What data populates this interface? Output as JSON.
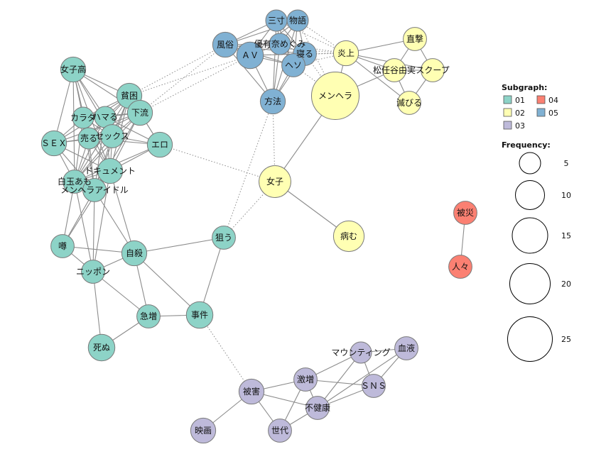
{
  "colors": {
    "01": "#8dd3c7",
    "02": "#ffffb3",
    "03": "#bebada",
    "04": "#fb8072",
    "05": "#80b1d3",
    "edge": "#8c8c8c",
    "node_stroke": "#7a7a7a"
  },
  "legend": {
    "subgraph_title": "Subgraph:",
    "subgraphs": [
      "01",
      "02",
      "03",
      "04",
      "05"
    ],
    "frequency_title": "Frequency:",
    "frequencies": [
      "5",
      "10",
      "15",
      "20",
      "25"
    ]
  },
  "nodes": [
    {
      "id": "joshiko",
      "label": "女子高",
      "group": "01",
      "freq": 5
    },
    {
      "id": "hinkon",
      "label": "貧困",
      "group": "01",
      "freq": 5
    },
    {
      "id": "karada",
      "label": "カラダ",
      "group": "01",
      "freq": 3
    },
    {
      "id": "hamaru",
      "label": "ハマる",
      "group": "01",
      "freq": 3
    },
    {
      "id": "geryu",
      "label": "下流",
      "group": "01",
      "freq": 5
    },
    {
      "id": "sex",
      "label": "ＳＥＸ",
      "group": "01",
      "freq": 5
    },
    {
      "id": "uru",
      "label": "売る",
      "group": "01",
      "freq": 3
    },
    {
      "id": "sekkusu",
      "label": "セックス",
      "group": "01",
      "freq": 4
    },
    {
      "id": "ero",
      "label": "エロ",
      "group": "01",
      "freq": 5
    },
    {
      "id": "document",
      "label": "ドキュメント",
      "group": "01",
      "freq": 5
    },
    {
      "id": "shiratama",
      "label": "白玉あも",
      "group": "01",
      "freq": 4
    },
    {
      "id": "menheraidol",
      "label": "メンヘラアイドル",
      "group": "01",
      "freq": 4
    },
    {
      "id": "uwasa",
      "label": "噂",
      "group": "01",
      "freq": 4
    },
    {
      "id": "jisatsu",
      "label": "自殺",
      "group": "01",
      "freq": 5
    },
    {
      "id": "nippon",
      "label": "ニッポン",
      "group": "01",
      "freq": 4
    },
    {
      "id": "kyuzo",
      "label": "急増",
      "group": "01",
      "freq": 4
    },
    {
      "id": "jiken",
      "label": "事件",
      "group": "01",
      "freq": 6
    },
    {
      "id": "shinu",
      "label": "死ぬ",
      "group": "01",
      "freq": 6
    },
    {
      "id": "nerau",
      "label": "狙う",
      "group": "01",
      "freq": 4
    },
    {
      "id": "menhera",
      "label": "メンヘラ",
      "group": "02",
      "freq": 28
    },
    {
      "id": "enjo",
      "label": "炎上",
      "group": "02",
      "freq": 5
    },
    {
      "id": "chokugeki",
      "label": "直撃",
      "group": "02",
      "freq": 4
    },
    {
      "id": "matsutani",
      "label": "松任谷由実",
      "group": "02",
      "freq": 4
    },
    {
      "id": "scoop",
      "label": "スクープ",
      "group": "02",
      "freq": 4
    },
    {
      "id": "horobiru",
      "label": "滅びる",
      "group": "02",
      "freq": 4
    },
    {
      "id": "joshi",
      "label": "女子",
      "group": "02",
      "freq": 10
    },
    {
      "id": "yamu",
      "label": "病む",
      "group": "02",
      "freq": 9
    },
    {
      "id": "sanzun",
      "label": "三寸",
      "group": "05",
      "freq": 3
    },
    {
      "id": "monogatari",
      "label": "物語",
      "group": "05",
      "freq": 3
    },
    {
      "id": "fuzoku",
      "label": "風俗",
      "group": "05",
      "freq": 5
    },
    {
      "id": "av",
      "label": "ＡＶ",
      "group": "05",
      "freq": 6
    },
    {
      "id": "yuka",
      "label": "優有奈めぐみ",
      "group": "05",
      "freq": 3
    },
    {
      "id": "neru",
      "label": "寝る",
      "group": "05",
      "freq": 4
    },
    {
      "id": "heso",
      "label": "ヘソ",
      "group": "05",
      "freq": 4
    },
    {
      "id": "hoho",
      "label": "方法",
      "group": "05",
      "freq": 5
    },
    {
      "id": "hisai",
      "label": "被災",
      "group": "04",
      "freq": 4
    },
    {
      "id": "hitobito",
      "label": "人々",
      "group": "04",
      "freq": 4
    },
    {
      "id": "mounting",
      "label": "マウンティング",
      "group": "03",
      "freq": 3
    },
    {
      "id": "ketsueki",
      "label": "血液",
      "group": "03",
      "freq": 4
    },
    {
      "id": "gekizo",
      "label": "激増",
      "group": "03",
      "freq": 4
    },
    {
      "id": "sns",
      "label": "ＳＮＳ",
      "group": "03",
      "freq": 4
    },
    {
      "id": "higai",
      "label": "被害",
      "group": "03",
      "freq": 5
    },
    {
      "id": "fukenko",
      "label": "不健康",
      "group": "03",
      "freq": 4
    },
    {
      "id": "eiga",
      "label": "映画",
      "group": "03",
      "freq": 5
    },
    {
      "id": "sedai",
      "label": "世代",
      "group": "03",
      "freq": 4
    }
  ],
  "edges": [
    [
      "joshiko",
      "hinkon",
      "solid"
    ],
    [
      "joshiko",
      "karada",
      "solid"
    ],
    [
      "joshiko",
      "hamaru",
      "solid"
    ],
    [
      "joshiko",
      "geryu",
      "solid"
    ],
    [
      "joshiko",
      "sex",
      "solid"
    ],
    [
      "joshiko",
      "uru",
      "solid"
    ],
    [
      "joshiko",
      "sekkusu",
      "solid"
    ],
    [
      "joshiko",
      "document",
      "solid"
    ],
    [
      "joshiko",
      "shiratama",
      "solid"
    ],
    [
      "hinkon",
      "karada",
      "solid"
    ],
    [
      "hinkon",
      "hamaru",
      "solid"
    ],
    [
      "hinkon",
      "geryu",
      "solid"
    ],
    [
      "hinkon",
      "sex",
      "solid"
    ],
    [
      "hinkon",
      "uru",
      "solid"
    ],
    [
      "hinkon",
      "sekkusu",
      "solid"
    ],
    [
      "hinkon",
      "ero",
      "solid"
    ],
    [
      "hinkon",
      "document",
      "solid"
    ],
    [
      "hinkon",
      "shiratama",
      "solid"
    ],
    [
      "hinkon",
      "menheraidol",
      "solid"
    ],
    [
      "karada",
      "hamaru",
      "solid"
    ],
    [
      "karada",
      "geryu",
      "solid"
    ],
    [
      "karada",
      "sex",
      "solid"
    ],
    [
      "karada",
      "uru",
      "solid"
    ],
    [
      "karada",
      "sekkusu",
      "solid"
    ],
    [
      "karada",
      "document",
      "solid"
    ],
    [
      "karada",
      "shiratama",
      "solid"
    ],
    [
      "karada",
      "menheraidol",
      "solid"
    ],
    [
      "hamaru",
      "geryu",
      "solid"
    ],
    [
      "hamaru",
      "uru",
      "solid"
    ],
    [
      "hamaru",
      "sekkusu",
      "solid"
    ],
    [
      "hamaru",
      "ero",
      "solid"
    ],
    [
      "hamaru",
      "document",
      "solid"
    ],
    [
      "hamaru",
      "shiratama",
      "solid"
    ],
    [
      "hamaru",
      "menheraidol",
      "solid"
    ],
    [
      "geryu",
      "sex",
      "solid"
    ],
    [
      "geryu",
      "uru",
      "solid"
    ],
    [
      "geryu",
      "sekkusu",
      "solid"
    ],
    [
      "geryu",
      "ero",
      "solid"
    ],
    [
      "geryu",
      "document",
      "solid"
    ],
    [
      "geryu",
      "shiratama",
      "solid"
    ],
    [
      "geryu",
      "menheraidol",
      "solid"
    ],
    [
      "sex",
      "uru",
      "solid"
    ],
    [
      "sex",
      "sekkusu",
      "solid"
    ],
    [
      "sex",
      "document",
      "solid"
    ],
    [
      "sex",
      "shiratama",
      "solid"
    ],
    [
      "sex",
      "menheraidol",
      "solid"
    ],
    [
      "uru",
      "sekkusu",
      "solid"
    ],
    [
      "uru",
      "ero",
      "solid"
    ],
    [
      "uru",
      "document",
      "solid"
    ],
    [
      "uru",
      "shiratama",
      "solid"
    ],
    [
      "uru",
      "menheraidol",
      "solid"
    ],
    [
      "sekkusu",
      "ero",
      "solid"
    ],
    [
      "sekkusu",
      "document",
      "solid"
    ],
    [
      "sekkusu",
      "shiratama",
      "solid"
    ],
    [
      "sekkusu",
      "menheraidol",
      "solid"
    ],
    [
      "ero",
      "document",
      "solid"
    ],
    [
      "ero",
      "shiratama",
      "solid"
    ],
    [
      "document",
      "shiratama",
      "solid"
    ],
    [
      "document",
      "menheraidol",
      "solid"
    ],
    [
      "document",
      "jisatsu",
      "solid"
    ],
    [
      "document",
      "nippon",
      "solid"
    ],
    [
      "document",
      "uwasa",
      "solid"
    ],
    [
      "shiratama",
      "menheraidol",
      "solid"
    ],
    [
      "shiratama",
      "uwasa",
      "solid"
    ],
    [
      "shiratama",
      "nippon",
      "solid"
    ],
    [
      "menheraidol",
      "uwasa",
      "solid"
    ],
    [
      "menheraidol",
      "nippon",
      "solid"
    ],
    [
      "menheraidol",
      "jisatsu",
      "solid"
    ],
    [
      "uwasa",
      "jisatsu",
      "solid"
    ],
    [
      "uwasa",
      "nippon",
      "solid"
    ],
    [
      "jisatsu",
      "nippon",
      "solid"
    ],
    [
      "jisatsu",
      "nerau",
      "solid"
    ],
    [
      "jisatsu",
      "jiken",
      "solid"
    ],
    [
      "jisatsu",
      "kyuzo",
      "solid"
    ],
    [
      "nippon",
      "kyuzo",
      "solid"
    ],
    [
      "nippon",
      "shinu",
      "solid"
    ],
    [
      "kyuzo",
      "jiken",
      "solid"
    ],
    [
      "kyuzo",
      "shinu",
      "solid"
    ],
    [
      "nerau",
      "jiken",
      "solid"
    ],
    [
      "menhera",
      "enjo",
      "solid"
    ],
    [
      "menhera",
      "matsutani",
      "solid"
    ],
    [
      "menhera",
      "joshi",
      "solid"
    ],
    [
      "enjo",
      "chokugeki",
      "solid"
    ],
    [
      "enjo",
      "matsutani",
      "solid"
    ],
    [
      "enjo",
      "scoop",
      "solid"
    ],
    [
      "enjo",
      "horobiru",
      "solid"
    ],
    [
      "chokugeki",
      "matsutani",
      "solid"
    ],
    [
      "chokugeki",
      "scoop",
      "solid"
    ],
    [
      "matsutani",
      "scoop",
      "solid"
    ],
    [
      "matsutani",
      "horobiru",
      "solid"
    ],
    [
      "scoop",
      "horobiru",
      "solid"
    ],
    [
      "joshi",
      "yamu",
      "solid"
    ],
    [
      "sanzun",
      "monogatari",
      "solid"
    ],
    [
      "sanzun",
      "fuzoku",
      "solid"
    ],
    [
      "sanzun",
      "av",
      "solid"
    ],
    [
      "sanzun",
      "yuka",
      "solid"
    ],
    [
      "sanzun",
      "neru",
      "solid"
    ],
    [
      "sanzun",
      "heso",
      "solid"
    ],
    [
      "sanzun",
      "hoho",
      "solid"
    ],
    [
      "monogatari",
      "fuzoku",
      "solid"
    ],
    [
      "monogatari",
      "av",
      "solid"
    ],
    [
      "monogatari",
      "yuka",
      "solid"
    ],
    [
      "monogatari",
      "neru",
      "solid"
    ],
    [
      "monogatari",
      "heso",
      "solid"
    ],
    [
      "monogatari",
      "hoho",
      "solid"
    ],
    [
      "fuzoku",
      "av",
      "solid"
    ],
    [
      "fuzoku",
      "yuka",
      "solid"
    ],
    [
      "fuzoku",
      "neru",
      "solid"
    ],
    [
      "fuzoku",
      "heso",
      "solid"
    ],
    [
      "fuzoku",
      "hoho",
      "solid"
    ],
    [
      "av",
      "yuka",
      "solid"
    ],
    [
      "av",
      "neru",
      "solid"
    ],
    [
      "av",
      "heso",
      "solid"
    ],
    [
      "av",
      "hoho",
      "solid"
    ],
    [
      "yuka",
      "neru",
      "solid"
    ],
    [
      "yuka",
      "heso",
      "solid"
    ],
    [
      "yuka",
      "hoho",
      "solid"
    ],
    [
      "neru",
      "heso",
      "solid"
    ],
    [
      "neru",
      "hoho",
      "solid"
    ],
    [
      "heso",
      "hoho",
      "solid"
    ],
    [
      "hisai",
      "hitobito",
      "solid"
    ],
    [
      "mounting",
      "ketsueki",
      "solid"
    ],
    [
      "mounting",
      "gekizo",
      "solid"
    ],
    [
      "mounting",
      "sns",
      "solid"
    ],
    [
      "mounting",
      "fukenko",
      "solid"
    ],
    [
      "ketsueki",
      "sns",
      "solid"
    ],
    [
      "ketsueki",
      "fukenko",
      "solid"
    ],
    [
      "gekizo",
      "sns",
      "solid"
    ],
    [
      "gekizo",
      "higai",
      "solid"
    ],
    [
      "gekizo",
      "fukenko",
      "solid"
    ],
    [
      "gekizo",
      "sedai",
      "solid"
    ],
    [
      "sns",
      "fukenko",
      "solid"
    ],
    [
      "higai",
      "fukenko",
      "solid"
    ],
    [
      "higai",
      "eiga",
      "solid"
    ],
    [
      "higai",
      "sedai",
      "solid"
    ],
    [
      "fukenko",
      "sedai",
      "solid"
    ],
    [
      "hinkon",
      "fuzoku",
      "dotted"
    ],
    [
      "geryu",
      "fuzoku",
      "dotted"
    ],
    [
      "geryu",
      "av",
      "dotted"
    ],
    [
      "hinkon",
      "av",
      "dotted"
    ],
    [
      "ero",
      "joshi",
      "dotted"
    ],
    [
      "nerau",
      "hoho",
      "dotted"
    ],
    [
      "nerau",
      "joshi",
      "dotted"
    ],
    [
      "jiken",
      "higai",
      "dotted"
    ],
    [
      "joshi",
      "hoho",
      "dotted"
    ],
    [
      "sanzun",
      "enjo",
      "dotted"
    ],
    [
      "monogatari",
      "enjo",
      "dotted"
    ],
    [
      "monogatari",
      "menhera",
      "dotted"
    ],
    [
      "neru",
      "enjo",
      "dotted"
    ],
    [
      "neru",
      "menhera",
      "dotted"
    ],
    [
      "heso",
      "enjo",
      "dotted"
    ],
    [
      "heso",
      "menhera",
      "dotted"
    ],
    [
      "av",
      "enjo",
      "dotted"
    ],
    [
      "yuka",
      "enjo",
      "dotted"
    ],
    [
      "fuzoku",
      "enjo",
      "dotted"
    ]
  ]
}
